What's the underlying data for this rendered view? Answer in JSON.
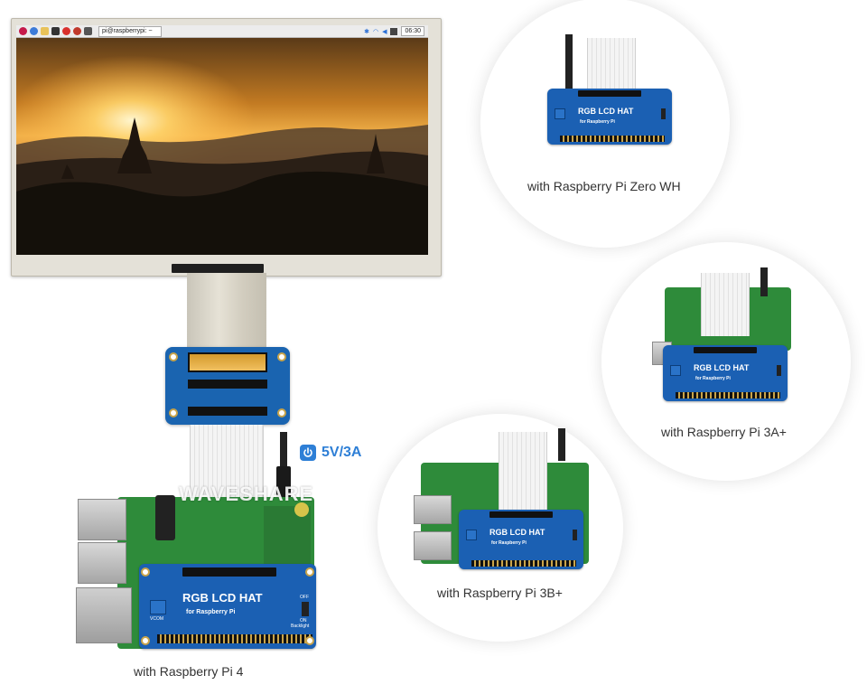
{
  "screen": {
    "terminal_label": "pi@raspberrypi: ~",
    "clock": "06:30",
    "wallpaper": "sunset-temple-wallpaper"
  },
  "watermark": "WAVESHARE",
  "power": {
    "icon": "power-icon",
    "label": "5V/3A",
    "color": "#2e7fd6"
  },
  "hat": {
    "title": "RGB LCD HAT",
    "subtitle": "for Raspberry Pi",
    "vcom_label": "VCOM",
    "switch_off": "OFF",
    "switch_on": "ON",
    "switch_label": "Backlight",
    "color": "#1b60b3"
  },
  "captions": {
    "pi4": "with Raspberry Pi 4",
    "zero_wh": "with Raspberry Pi Zero WH",
    "pi3a": "with Raspberry Pi 3A+",
    "pi3b": "with Raspberry Pi 3B+"
  }
}
